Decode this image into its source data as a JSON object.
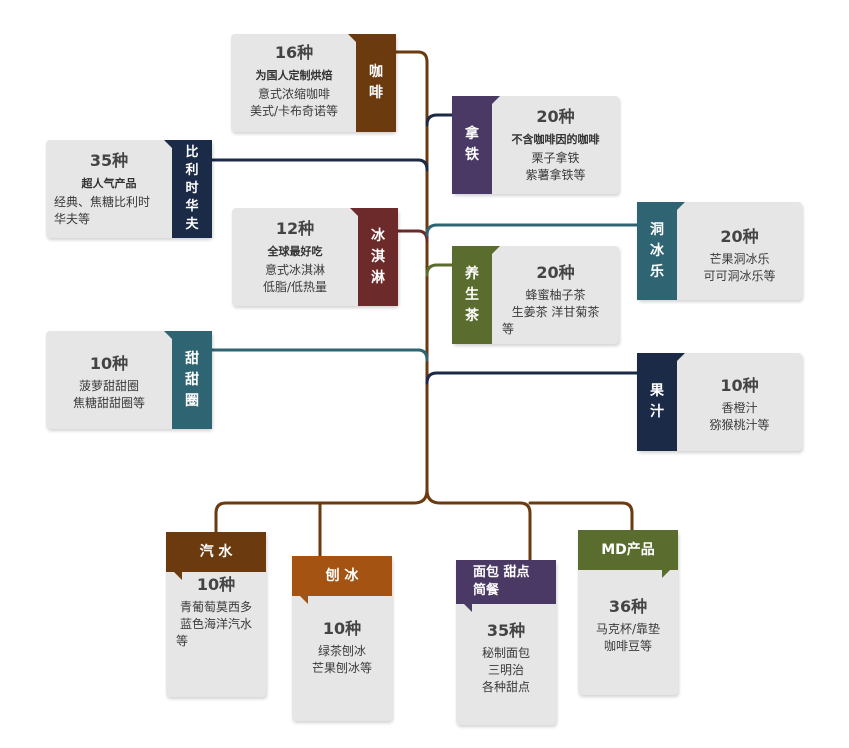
{
  "colors": {
    "coffee": "#6b3a0f",
    "latte": "#4a3964",
    "belgium": "#1b2a47",
    "icecream": "#6d2a2a",
    "frappe": "#2f6573",
    "tea": "#5a6d2e",
    "donut": "#2f6573",
    "juice": "#1b2a47",
    "soda": "#6b3a0f",
    "shaved": "#a45312",
    "bread": "#4a3964",
    "md": "#5a6d2e",
    "trunk": "#6b3a0f"
  },
  "categories": {
    "coffee": {
      "tag": "咖啡",
      "count": "16种",
      "sub": "为国人定制烘焙",
      "desc": [
        "意式浓缩咖啡",
        "美式/卡布奇诺等"
      ]
    },
    "latte": {
      "tag": "拿铁",
      "count": "20种",
      "sub": "不含咖啡因的咖啡",
      "desc": [
        "栗子拿铁",
        "紫薯拿铁等"
      ]
    },
    "belgium": {
      "tag": "比利时华夫",
      "count": "35种",
      "sub": "超人气产品",
      "desc": [
        "经典、焦糖比利时",
        "华夫等"
      ]
    },
    "icecream": {
      "tag": "冰淇淋",
      "count": "12种",
      "sub": "全球最好吃",
      "desc": [
        "意式冰淇淋",
        "低脂/低热量"
      ]
    },
    "frappe": {
      "tag": "洞冰乐",
      "count": "20种",
      "desc": [
        "芒果洞冰乐",
        "可可洞冰乐等"
      ]
    },
    "tea": {
      "tag": "养生茶",
      "count": "20种",
      "desc": [
        "蜂蜜柚子茶",
        "生姜茶 洋甘菊茶",
        "等"
      ]
    },
    "donut": {
      "tag": "甜甜圈",
      "count": "10种",
      "desc": [
        "菠萝甜甜圈",
        "焦糖甜甜圈等"
      ]
    },
    "juice": {
      "tag": "果汁",
      "count": "10种",
      "desc": [
        "香橙汁",
        "猕猴桃汁等"
      ]
    },
    "soda": {
      "tag": "汽 水",
      "count": "10种",
      "desc": [
        "青葡萄莫西多",
        "蓝色海洋汽水",
        "等"
      ]
    },
    "shaved": {
      "tag": "刨 冰",
      "count": "10种",
      "desc": [
        "绿茶刨冰",
        "芒果刨冰等"
      ]
    },
    "bread": {
      "tag": "面包 甜点 简餐",
      "count": "35种",
      "desc": [
        "秘制面包",
        "三明治",
        "各种甜点"
      ]
    },
    "md": {
      "tag": "MD产品",
      "count": "36种",
      "desc": [
        "马克杯/靠垫",
        "咖啡豆等"
      ]
    }
  }
}
